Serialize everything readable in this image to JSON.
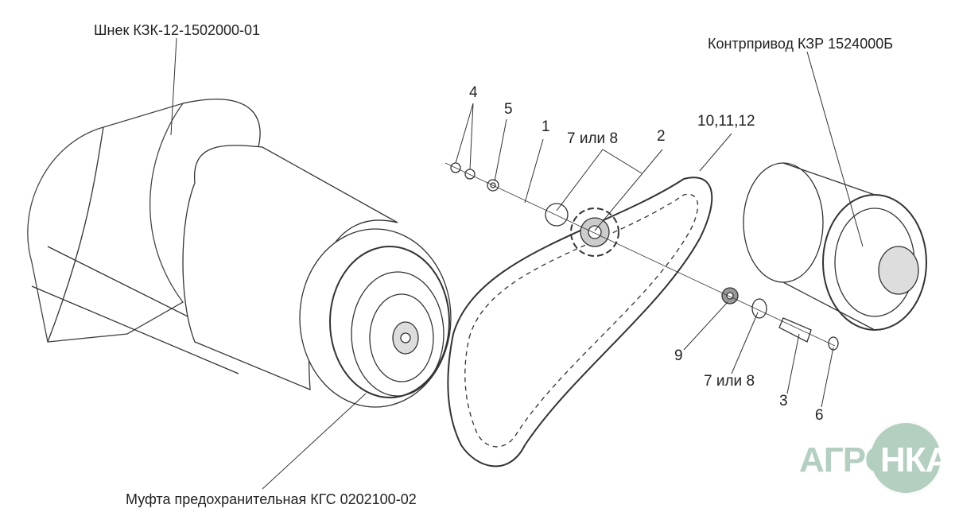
{
  "labels": {
    "auger": "Шнек КЗК-12-1502000-01",
    "countershaft": "Контрпривод КЗР 1524000Б",
    "clutch": "Муфта предохранительная КГС 0202100-02"
  },
  "callouts": {
    "p4": "4",
    "p5": "5",
    "p1": "1",
    "p7or8_top": "7 или 8",
    "p2": "2",
    "p10_11_12": "10,11,12",
    "p9": "9",
    "p7or8_bottom": "7 или 8",
    "p3": "3",
    "p6": "6"
  },
  "logo": {
    "text_left": "АГРО",
    "text_right": "НКА",
    "color": "#b3cfc0"
  }
}
